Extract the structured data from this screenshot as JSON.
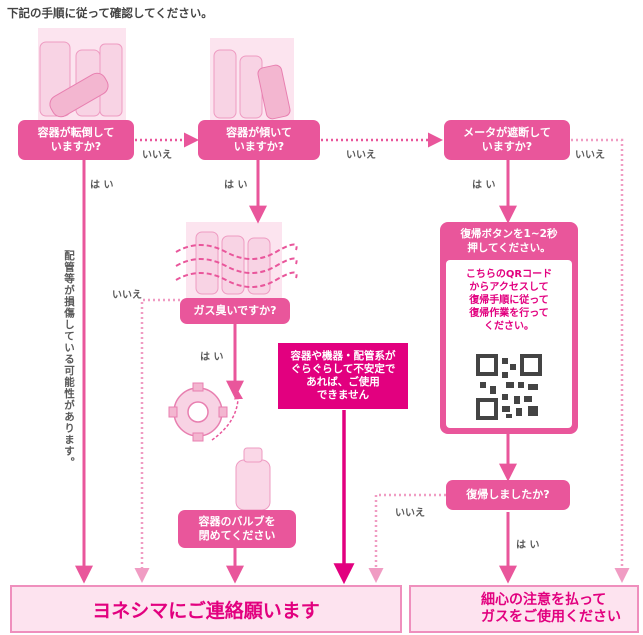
{
  "header": "下記の手順に従って確認してください。",
  "nodes": {
    "q_fallen": "容器が転倒して\nいますか?",
    "q_tilted": "容器が傾いて\nいますか?",
    "q_meter": "メータが遮断して\nいますか?",
    "q_smell": "ガス臭いですか?",
    "warn_unstable": "容器や機器・配管系が\nぐらぐらして不安定で\nあれば、ご使用\nできません",
    "act_reset": "復帰ボタンを1~2秒\n押してください。",
    "act_qr": "こちらのQRコード\nからアクセスして\n復帰手順に従って\n復帰作業を行って\nください。",
    "act_valve": "容器のバルブを\n閉めてください",
    "q_recovered": "復帰しましたか?"
  },
  "labels": {
    "yes": "は い",
    "no": "いいえ"
  },
  "side_note": "配管等が損傷している可能性があります。",
  "outcomes": {
    "contact": "ヨネシマにご連絡願います",
    "caution": "細心の注意を払って\nガスをご使用ください"
  },
  "colors": {
    "pink": "#e9569b",
    "magenta": "#e2007f",
    "light_pink": "#f6c7dc"
  }
}
